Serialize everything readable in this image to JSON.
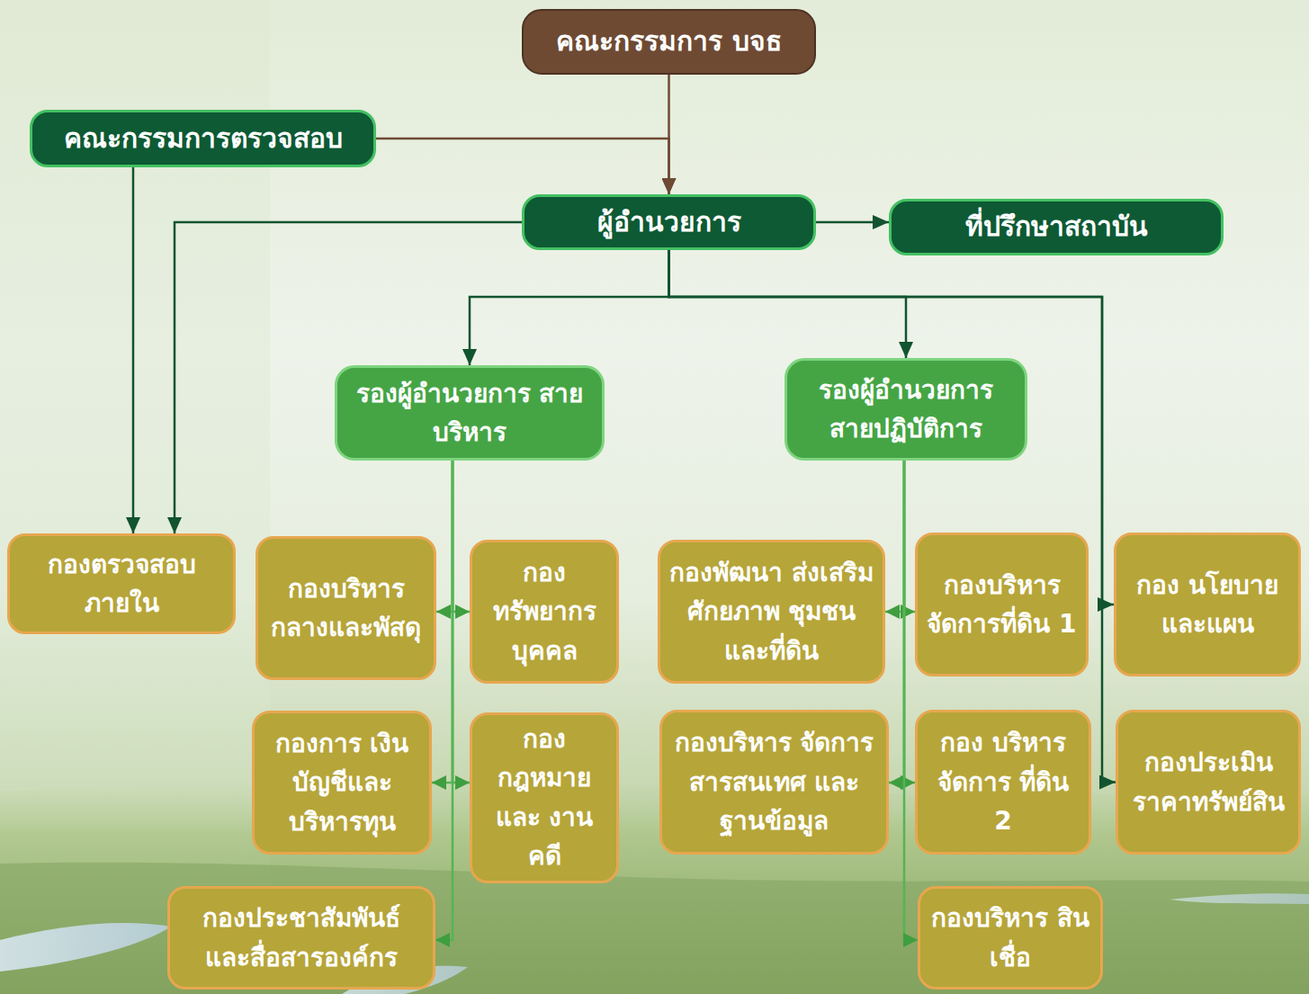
{
  "diagram": {
    "nodes": [
      {
        "text": [
          "คณะกรรมการ บจธ"
        ]
      },
      {
        "text": [
          "คณะกรรมการตรวจสอบ"
        ]
      },
      {
        "text": [
          "ผู้อำนวยการ"
        ]
      },
      {
        "text": [
          "ที่ปรึกษาสถาบัน"
        ]
      },
      {
        "text": [
          "รองผู้อำนวยการ สายบริหาร"
        ]
      },
      {
        "text": [
          "รองผู้อำนวยการ สายปฏิบัติการ"
        ]
      },
      {
        "text": [
          "กองตรวจสอบ ภายใน"
        ]
      },
      {
        "text": [
          "กองบริหาร กลางและพัสดุ"
        ]
      },
      {
        "text": [
          "กอง ทรัพยากร บุคคล"
        ]
      },
      {
        "text": [
          "กองพัฒนา ส่งเสริมศักยภาพ ชุมชนและที่ดิน"
        ]
      },
      {
        "text": [
          "กองบริหาร จัดการที่ดิน 1"
        ]
      },
      {
        "text": [
          "กอง นโยบาย และแผน"
        ]
      },
      {
        "text": [
          "กองการ เงินบัญชีและ บริหารทุน"
        ]
      },
      {
        "text": [
          "กอง กฎหมายและ งานคดี"
        ]
      },
      {
        "text": [
          "กองบริหาร จัดการสารสนเทศ และฐานข้อมูล"
        ]
      },
      {
        "text": [
          "กอง บริหารจัดการ ที่ดิน 2"
        ]
      },
      {
        "text": [
          "กองประเมิน ราคาทรัพย์สิน"
        ]
      },
      {
        "text": [
          "กองประชาสัมพันธ์ และสื่อสารองค์กร"
        ]
      },
      {
        "text": [
          "กองบริหาร สินเชื่อ"
        ]
      }
    ],
    "edges": [
      {
        "from": 0,
        "to": 2,
        "arrow": "to"
      },
      {
        "from": 1,
        "to": 2,
        "arrow": "to"
      },
      {
        "from": 1,
        "to": 6,
        "arrow": "to"
      },
      {
        "from": 2,
        "to": 6,
        "arrow": "to"
      },
      {
        "from": 2,
        "to": 3,
        "arrow": "to"
      },
      {
        "from": 2,
        "to": 4,
        "arrow": "to"
      },
      {
        "from": 2,
        "to": 5,
        "arrow": "to"
      },
      {
        "from": 2,
        "to": 11,
        "arrow": "to"
      },
      {
        "from": 2,
        "to": 16,
        "arrow": "to"
      },
      {
        "from": 4,
        "to": 7,
        "arrow": "to"
      },
      {
        "from": 4,
        "to": 8,
        "arrow": "to"
      },
      {
        "from": 4,
        "to": 12,
        "arrow": "to"
      },
      {
        "from": 4,
        "to": 13,
        "arrow": "to"
      },
      {
        "from": 4,
        "to": 17,
        "arrow": "to"
      },
      {
        "from": 5,
        "to": 9,
        "arrow": "to"
      },
      {
        "from": 5,
        "to": 10,
        "arrow": "to"
      },
      {
        "from": 5,
        "to": 14,
        "arrow": "to"
      },
      {
        "from": 5,
        "to": 15,
        "arrow": "to"
      },
      {
        "from": 5,
        "to": 18,
        "arrow": "to"
      }
    ]
  }
}
